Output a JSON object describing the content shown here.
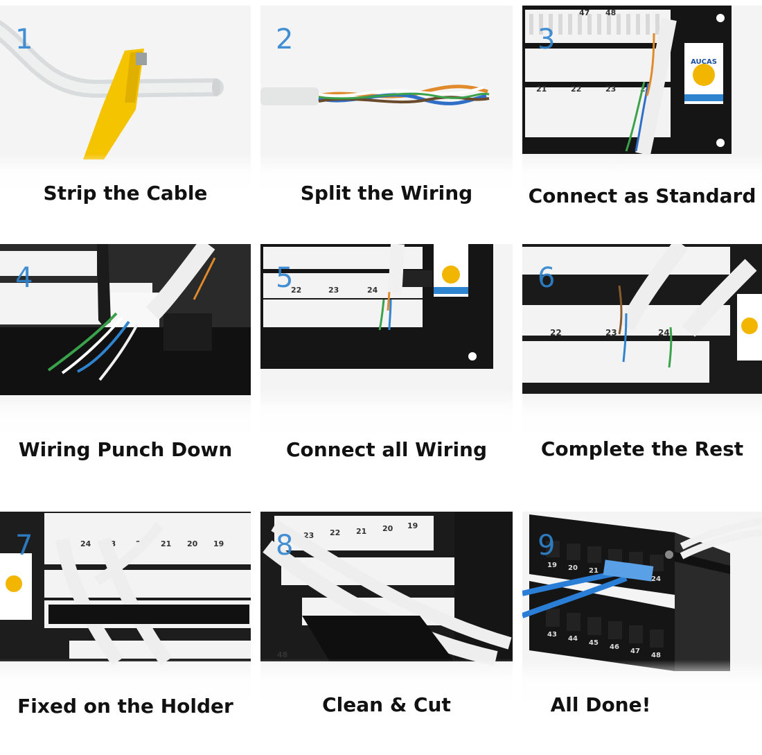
{
  "steps": [
    {
      "number": "1",
      "caption": "Strip the Cable"
    },
    {
      "number": "2",
      "caption": "Split the Wiring"
    },
    {
      "number": "3",
      "caption": "Connect as Standard"
    },
    {
      "number": "4",
      "caption": "Wiring Punch Down"
    },
    {
      "number": "5",
      "caption": "Connect all Wiring"
    },
    {
      "number": "6",
      "caption": "Complete the Rest"
    },
    {
      "number": "7",
      "caption": "Fixed on the Holder"
    },
    {
      "number": "8",
      "caption": "Clean & Cut"
    },
    {
      "number": "9",
      "caption": "All Done!"
    }
  ],
  "port_numbers": {
    "step3": [
      "48",
      "47",
      "21",
      "22",
      "23",
      "24"
    ],
    "step5": [
      "22",
      "23",
      "24"
    ],
    "step6": [
      "22",
      "23",
      "24"
    ],
    "step7": [
      "24",
      "23",
      "22",
      "21",
      "20",
      "19"
    ],
    "step8": [
      "23",
      "22",
      "21",
      "20",
      "19",
      "48"
    ],
    "step9": [
      "19",
      "20",
      "21",
      "22",
      "23",
      "24",
      "43",
      "44",
      "45",
      "46",
      "47",
      "48"
    ]
  },
  "brand_label": "AUCAS",
  "colors": {
    "step_number": "#2f84d0",
    "caption_text": "#111111",
    "panel_black": "#151515",
    "punch_block": "#f3f3f3",
    "cable": "#e6e8e8",
    "tool_yellow": "#f5c400",
    "patch_blue": "#2a7ed6"
  },
  "icons": {
    "photos": "step-photo",
    "label": "brand-label-icon"
  }
}
